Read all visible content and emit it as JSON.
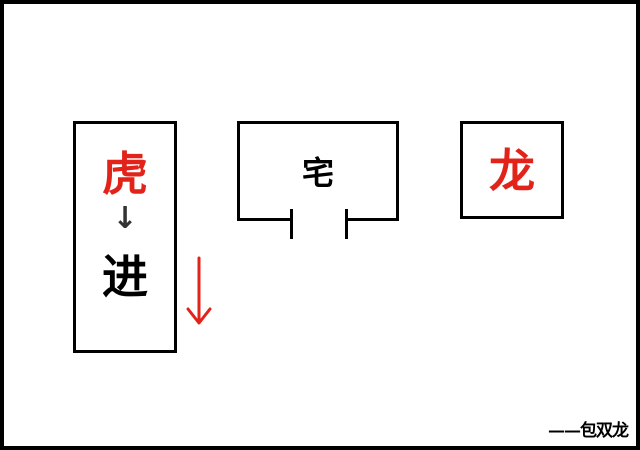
{
  "diagram": {
    "tiger_char": "虎",
    "small_arrow": "↓",
    "enter_char": "进",
    "house_char": "宅",
    "dragon_char": "龙",
    "signature": "——包双龙"
  },
  "colors": {
    "red": "#e2231a",
    "black": "#000000",
    "arrow": "#333333"
  }
}
